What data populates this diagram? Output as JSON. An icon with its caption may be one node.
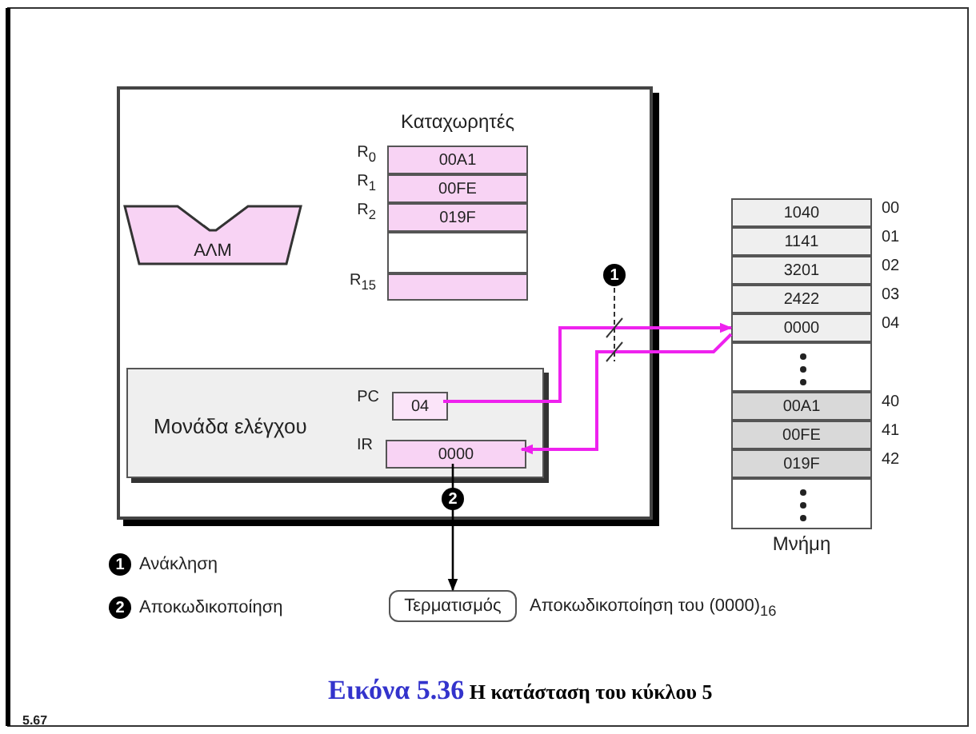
{
  "diagram": {
    "caption": "**Εικόνα 5.36** Η κατάσταση του κύκλου 5",
    "nodes": [
      {
        "text": [],
        "shape": "box"
      },
      {
        "text": [
          "ΑΛΜ"
        ],
        "in": 0
      },
      {
        "text": [
          "Καταχωρητές"
        ],
        "in": 0
      },
      {
        "text": [
          "00A1"
        ],
        "beside": [
          "R$_{0}$"
        ],
        "in": 2
      },
      {
        "text": [
          "00FE"
        ],
        "beside": [
          "R$_{1}$"
        ],
        "in": 2
      },
      {
        "text": [
          "019F"
        ],
        "beside": [
          "R$_{2}$"
        ],
        "in": 2
      },
      {
        "text": [],
        "shape": "box",
        "in": 2
      },
      {
        "text": [],
        "shape": "box",
        "beside": [
          "R$_{15}$"
        ],
        "in": 2
      },
      {
        "text": [
          "Μονάδα ελέγχου"
        ],
        "in": 0
      },
      {
        "text": [
          "04"
        ],
        "beside": [
          "PC"
        ],
        "in": 8
      },
      {
        "text": [
          "0000"
        ],
        "beside": [
          "IR"
        ],
        "in": 8
      },
      {
        "text": [
          "Μνήμη"
        ]
      },
      {
        "text": [
          "1040"
        ],
        "beside": [
          "00"
        ],
        "in": 11
      },
      {
        "text": [
          "1141"
        ],
        "beside": [
          "01"
        ],
        "in": 11
      },
      {
        "text": [
          "3201"
        ],
        "beside": [
          "02"
        ],
        "in": 11
      },
      {
        "text": [
          "2422"
        ],
        "beside": [
          "03"
        ],
        "in": 11
      },
      {
        "text": [
          "0000"
        ],
        "beside": [
          "04"
        ],
        "in": 11
      },
      {
        "text": [],
        "shape": "box",
        "in": 11
      },
      {
        "text": [
          "00A1"
        ],
        "beside": [
          "40"
        ],
        "in": 11
      },
      {
        "text": [
          "00FE"
        ],
        "beside": [
          "41"
        ],
        "in": 11
      },
      {
        "text": [
          "019F"
        ],
        "beside": [
          "42"
        ],
        "in": 11
      },
      {
        "text": [],
        "shape": "box",
        "in": 11
      },
      {
        "text": [
          "Τερματισμός"
        ],
        "beside": [
          "Αποκωδικοποίηση του (0000)$_{16}$"
        ]
      }
    ],
    "edges": [
      {
        "from": 9,
        "to": 16,
        "arrow": "to"
      },
      {
        "from": 16,
        "to": 10,
        "arrow": "to"
      },
      {
        "from": 10,
        "to": 22,
        "arrow": "to",
        "color": "#000000"
      }
    ],
    "labels": [
      "1",
      "2",
      "1",
      "Ανάκληση",
      "2",
      "Αποκωδικοποίηση",
      "5.67"
    ]
  }
}
